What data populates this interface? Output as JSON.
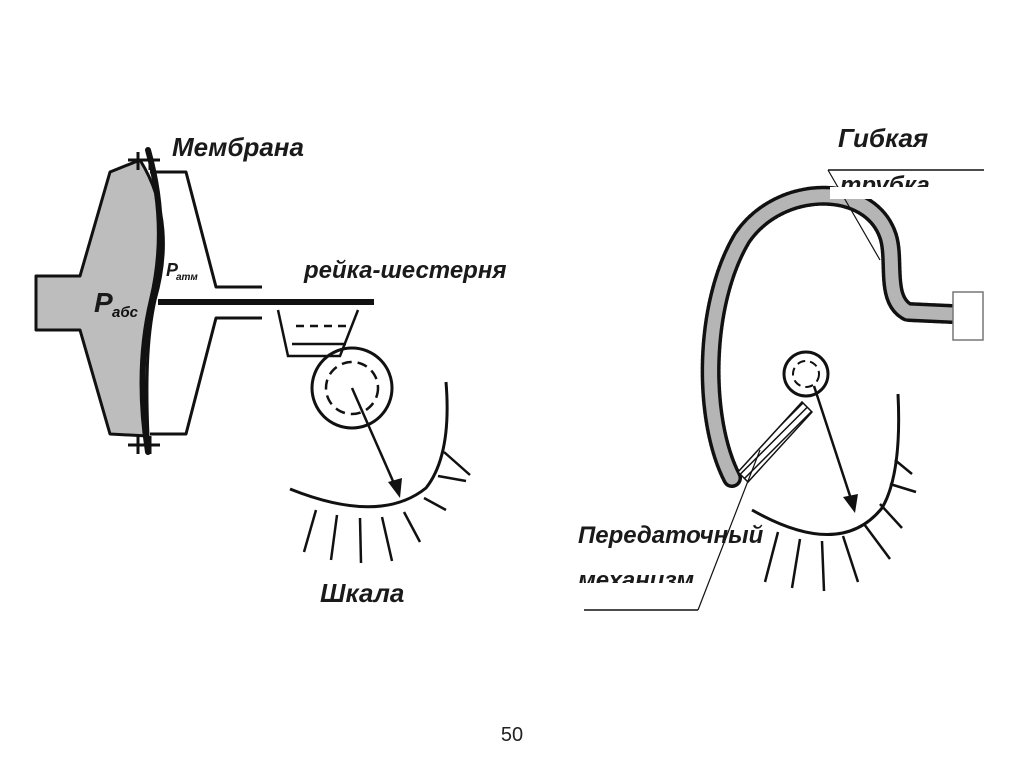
{
  "left_diagram": {
    "membrane_label": "Мембрана",
    "rack_label": "рейка-шестерня",
    "scale_label": "Шкала",
    "p_abs": {
      "symbol": "P",
      "subscript": "абс"
    },
    "p_atm": {
      "symbol": "P",
      "subscript": "атм"
    }
  },
  "right_diagram": {
    "tube_label_line1": "Гибкая",
    "tube_label_line2": "трубка",
    "mechanism_label_line1": "Передаточный",
    "mechanism_label_line2": "механизм"
  },
  "page_number": "50",
  "colors": {
    "chamber_fill": "#bdbdbd",
    "tube_fill": "#b5b5b5",
    "ink": "#111111"
  }
}
